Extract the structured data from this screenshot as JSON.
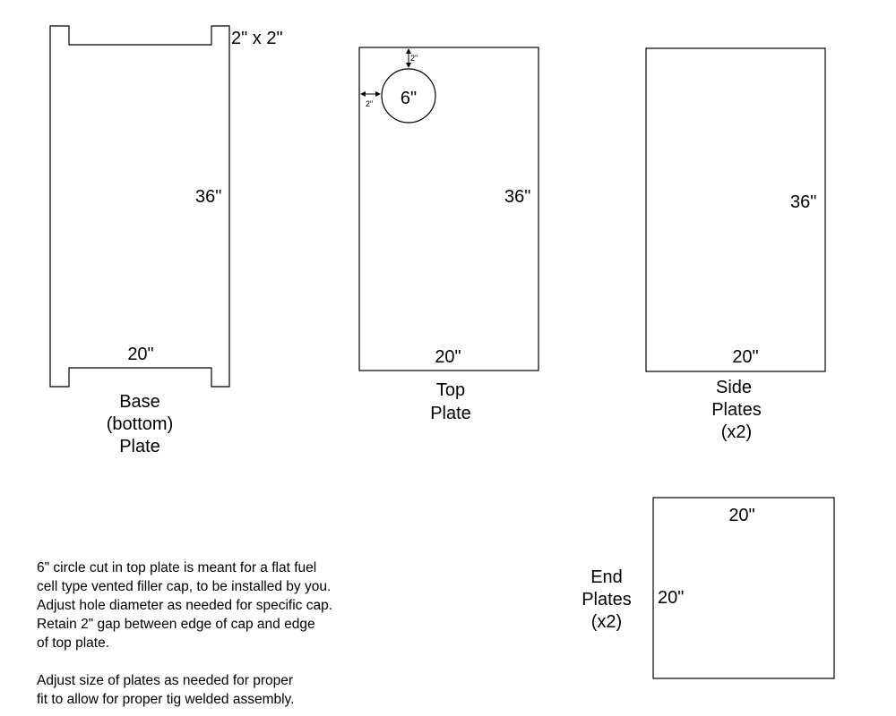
{
  "colors": {
    "line": "#000000",
    "background": "#ffffff"
  },
  "base_plate": {
    "notch_label": "2\" x 2\"",
    "height_label": "36\"",
    "width_label": "20\"",
    "title_lines": [
      "Base",
      "(bottom)",
      "Plate"
    ]
  },
  "top_plate": {
    "hole_label": "6\"",
    "gap_top_label": "2\"",
    "gap_left_label": "2\"",
    "height_label": "36\"",
    "width_label": "20\"",
    "title_lines": [
      "Top",
      "Plate"
    ]
  },
  "side_plates": {
    "height_label": "36\"",
    "width_label": "20\"",
    "title_lines": [
      "Side",
      "Plates",
      "(x2)"
    ]
  },
  "end_plates": {
    "top_label": "20\"",
    "side_label": "20\"",
    "title_lines": [
      "End",
      "Plates",
      "(x2)"
    ]
  },
  "notes": {
    "paragraph1": "6\" circle cut in top plate is meant for a flat fuel\ncell type vented filler cap, to be installed by you.\nAdjust hole diameter as needed for specific cap.\nRetain 2\" gap between edge of cap and edge\nof top plate.",
    "paragraph2": "Adjust size of plates as needed for proper\nfit to allow for proper tig welded assembly."
  }
}
